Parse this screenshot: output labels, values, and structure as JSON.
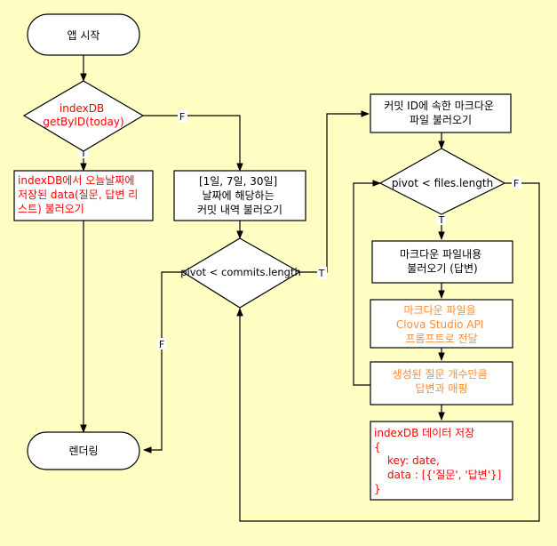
{
  "nodes": {
    "app_start": "앱 시작",
    "indexdb_check": [
      "indexDB",
      "getByID(today)"
    ],
    "load_today_data": [
      "indexDB에서 오늘날짜에",
      "저장된 data(질문, 답변 리",
      "스트) 불러오기"
    ],
    "load_commits": [
      "[1일, 7일, 30일]",
      "날짜에 해당하는",
      "커밋 내역 불러오기"
    ],
    "pivot_commits": "pivot < commits.length",
    "load_md_files": [
      "커밋 ID에 속한 마크다운",
      "파일 불러오기"
    ],
    "pivot_files": "pivot < files.length",
    "load_md_content": [
      "마크다운 파일내용",
      "불러오기 (답변)"
    ],
    "send_to_clova": [
      "마크다운 파일을",
      "Clova Studio API",
      "프롬프트로 전달"
    ],
    "map_questions": [
      "생성된 질문 개수만큼",
      "답변과 매핑"
    ],
    "save_indexdb": [
      "indexDB 데이터 저장",
      "{",
      "key: date,",
      "data : [{'질문', '답변'}]",
      "}"
    ],
    "render": "렌더링"
  },
  "edge_labels": {
    "indexdb_true": "T",
    "indexdb_false": "F",
    "commits_true": "T",
    "commits_false": "F",
    "files_true": "T",
    "files_false": "F"
  },
  "colors": {
    "background": "#ffffc4",
    "red_text": "#ff0000",
    "orange_text": "#ff8c33",
    "black_text": "#000000"
  }
}
